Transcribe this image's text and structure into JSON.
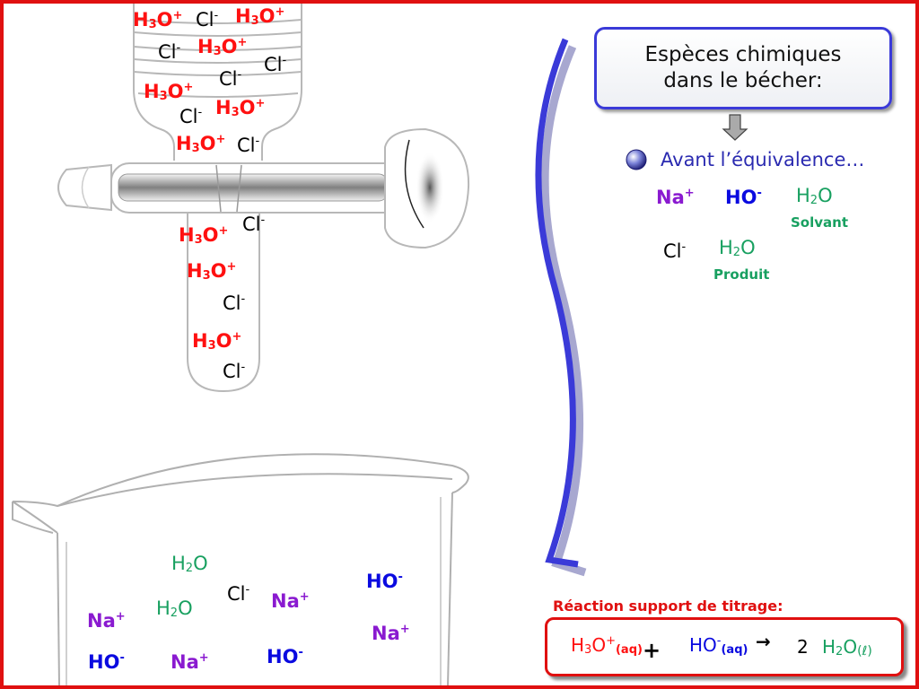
{
  "title": {
    "line1": "Espèces chimiques",
    "line2": "dans le bécher:"
  },
  "bullet": {
    "label": "Avant l’équivalence…"
  },
  "species_panel": {
    "na": {
      "base": "Na",
      "charge": "+"
    },
    "ho": {
      "base": "HO",
      "charge": "-"
    },
    "h2o_solvent": {
      "h": "H",
      "sub": "2",
      "o": "O",
      "caption": "Solvant"
    },
    "cl": {
      "base": "Cl",
      "charge": "-"
    },
    "h2o_product": {
      "h": "H",
      "sub": "2",
      "o": "O",
      "caption": "Produit"
    }
  },
  "burette_ions": [
    {
      "type": "h3o"
    },
    {
      "type": "cl"
    },
    {
      "type": "h3o"
    },
    {
      "type": "cl"
    },
    {
      "type": "h3o"
    },
    {
      "type": "cl"
    },
    {
      "type": "cl"
    },
    {
      "type": "h3o"
    },
    {
      "type": "h3o"
    },
    {
      "type": "cl"
    },
    {
      "type": "h3o"
    },
    {
      "type": "cl"
    },
    {
      "type": "cl"
    },
    {
      "type": "h3o"
    },
    {
      "type": "h3o"
    },
    {
      "type": "cl"
    },
    {
      "type": "h3o"
    },
    {
      "type": "cl"
    }
  ],
  "beaker_ions": [
    {
      "type": "h2o"
    },
    {
      "type": "cl"
    },
    {
      "type": "na"
    },
    {
      "type": "ho"
    },
    {
      "type": "na"
    },
    {
      "type": "h2o"
    },
    {
      "type": "na"
    },
    {
      "type": "ho"
    },
    {
      "type": "na"
    },
    {
      "type": "ho"
    }
  ],
  "ion_text": {
    "h3o": {
      "h": "H",
      "sub": "3",
      "o": "O",
      "charge": "+"
    },
    "cl": {
      "base": "Cl",
      "charge": "-"
    },
    "na": {
      "base": "Na",
      "charge": "+"
    },
    "ho": {
      "base": "HO",
      "charge": "-"
    },
    "h2o": {
      "h": "H",
      "sub": "2",
      "o": "O"
    }
  },
  "reaction": {
    "title": "Réaction support de titrage:",
    "r1": {
      "h": "H",
      "sub": "3",
      "o": "O",
      "charge": "+",
      "state": "(aq)"
    },
    "plus": "+",
    "r2": {
      "base": "HO",
      "charge": "-",
      "state": "(aq)"
    },
    "arrow": "→",
    "coef": "2",
    "p1": {
      "h": "H",
      "sub": "2",
      "o": "O",
      "state_open": "(",
      "state_l": "ℓ",
      "state_close": ")"
    }
  },
  "colors": {
    "frame": "#e01010",
    "h3o": "#ff1010",
    "cl": "#000000",
    "na": "#8a1ad0",
    "ho": "#0a0ae0",
    "h2o": "#18a060",
    "divider": "#3a3ad8"
  }
}
